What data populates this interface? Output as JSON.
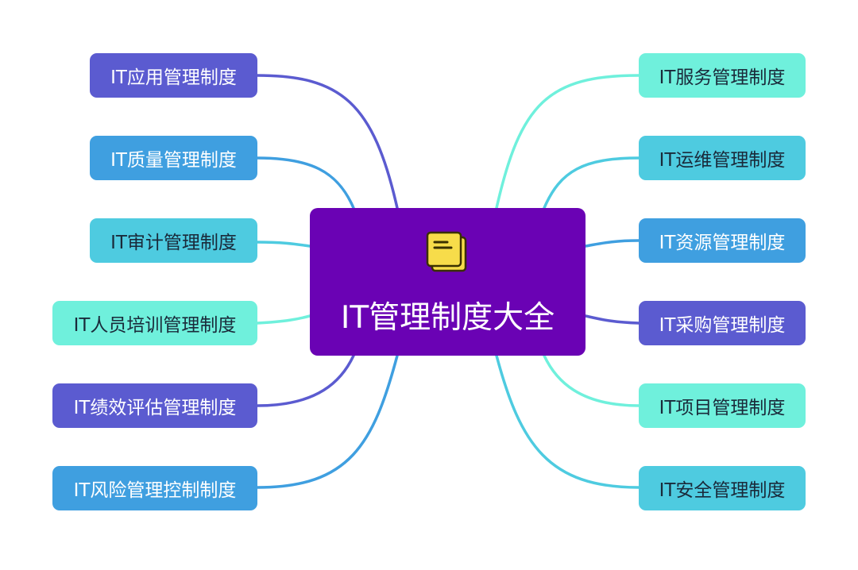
{
  "center": {
    "title": "IT管理制度大全",
    "icon": "sticky-note-icon"
  },
  "colors": {
    "center": "#6a02b4",
    "purple": "#5b5bd0",
    "blue": "#3f9fe0",
    "sky": "#4ecbe0",
    "mint": "#6ff0dc",
    "icon_fill": "#f7dc4a",
    "icon_stroke": "#3a3000"
  },
  "left": [
    {
      "label": "IT应用管理制度",
      "color": "purple"
    },
    {
      "label": "IT质量管理制度",
      "color": "blue"
    },
    {
      "label": "IT审计管理制度",
      "color": "sky"
    },
    {
      "label": "IT人员培训管理制度",
      "color": "mint"
    },
    {
      "label": "IT绩效评估管理制度",
      "color": "purple"
    },
    {
      "label": "IT风险管理控制制度",
      "color": "blue"
    }
  ],
  "right": [
    {
      "label": "IT服务管理制度",
      "color": "mint"
    },
    {
      "label": "IT运维管理制度",
      "color": "sky"
    },
    {
      "label": "IT资源管理制度",
      "color": "blue"
    },
    {
      "label": "IT采购管理制度",
      "color": "purple"
    },
    {
      "label": "IT项目管理制度",
      "color": "mint"
    },
    {
      "label": "IT安全管理制度",
      "color": "sky"
    }
  ]
}
